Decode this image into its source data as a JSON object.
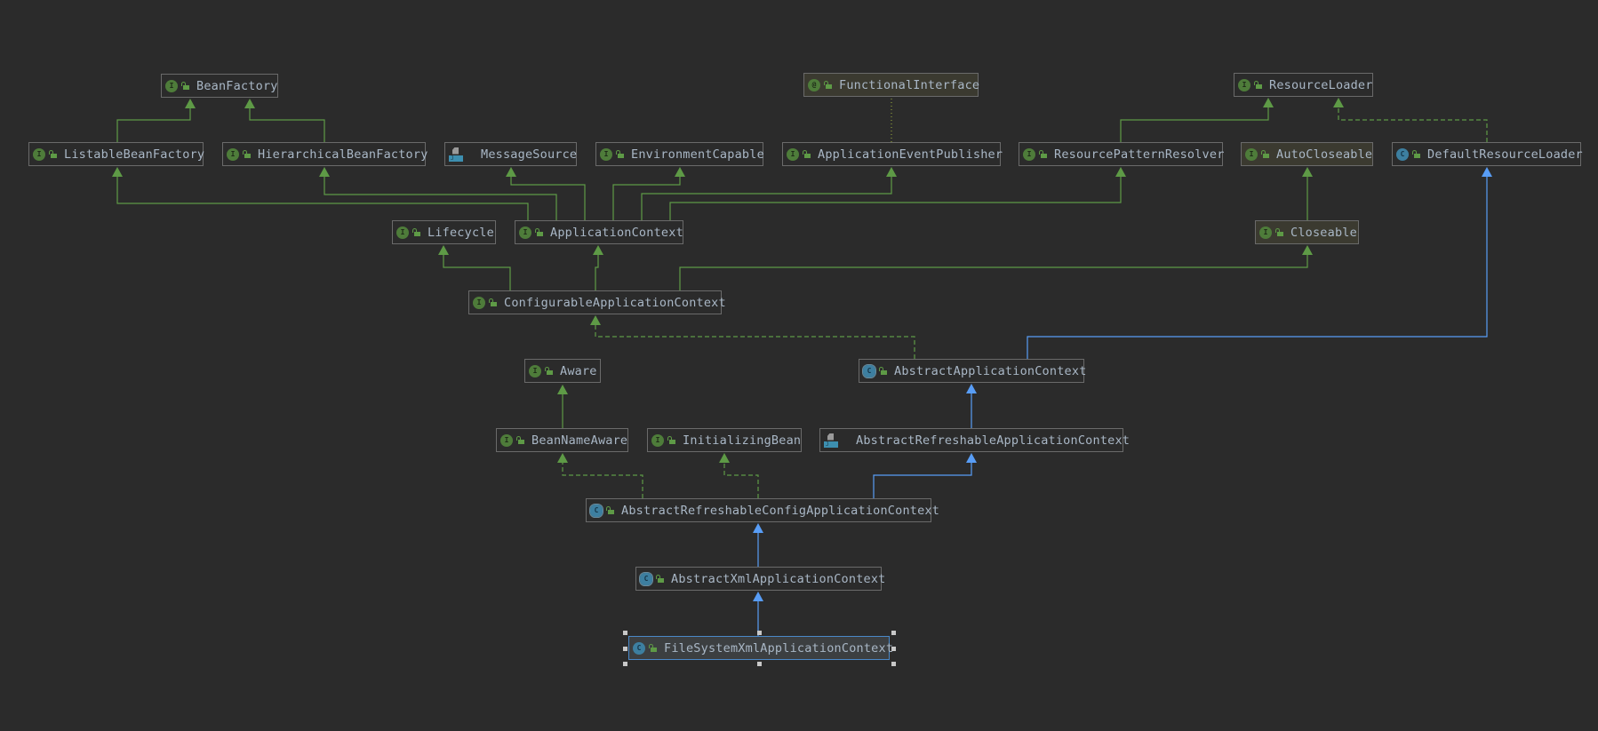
{
  "diagram": {
    "title": "FileSystemXmlApplicationContext class hierarchy",
    "selected_node": "FileSystemXmlApplicationContext",
    "colors": {
      "background": "#2b2b2b",
      "extends_edge": "#589df6",
      "implements_edge": "#5e9a46",
      "interface_edge": "#5e9a46",
      "annotation_edge": "#8c9a3a",
      "node_border": "#6a6a6a",
      "selected_border": "#4a88c7",
      "text": "#a9b7c6"
    },
    "nodes": [
      {
        "id": "BeanFactory",
        "label": "BeanFactory",
        "kind": "interface",
        "icon": "interface-icon"
      },
      {
        "id": "ListableBeanFactory",
        "label": "ListableBeanFactory",
        "kind": "interface",
        "icon": "interface-icon"
      },
      {
        "id": "HierarchicalBeanFactory",
        "label": "HierarchicalBeanFactory",
        "kind": "interface",
        "icon": "interface-icon"
      },
      {
        "id": "MessageSource",
        "label": "MessageSource",
        "kind": "interface-source",
        "icon": "java-source-icon"
      },
      {
        "id": "EnvironmentCapable",
        "label": "EnvironmentCapable",
        "kind": "interface",
        "icon": "interface-icon"
      },
      {
        "id": "FunctionalInterface",
        "label": "FunctionalInterface",
        "kind": "annotation",
        "icon": "annotation-icon",
        "jdk": true
      },
      {
        "id": "ApplicationEventPublisher",
        "label": "ApplicationEventPublisher",
        "kind": "interface",
        "icon": "interface-icon"
      },
      {
        "id": "ResourceLoader",
        "label": "ResourceLoader",
        "kind": "interface",
        "icon": "interface-icon"
      },
      {
        "id": "ResourcePatternResolver",
        "label": "ResourcePatternResolver",
        "kind": "interface",
        "icon": "interface-icon"
      },
      {
        "id": "AutoCloseable",
        "label": "AutoCloseable",
        "kind": "interface",
        "icon": "interface-icon",
        "jdk": true
      },
      {
        "id": "DefaultResourceLoader",
        "label": "DefaultResourceLoader",
        "kind": "class",
        "icon": "class-icon"
      },
      {
        "id": "Lifecycle",
        "label": "Lifecycle",
        "kind": "interface",
        "icon": "interface-icon"
      },
      {
        "id": "ApplicationContext",
        "label": "ApplicationContext",
        "kind": "interface",
        "icon": "interface-icon"
      },
      {
        "id": "Closeable",
        "label": "Closeable",
        "kind": "interface",
        "icon": "interface-icon",
        "jdk": true
      },
      {
        "id": "ConfigurableApplicationContext",
        "label": "ConfigurableApplicationContext",
        "kind": "interface",
        "icon": "interface-icon"
      },
      {
        "id": "Aware",
        "label": "Aware",
        "kind": "interface",
        "icon": "interface-icon"
      },
      {
        "id": "AbstractApplicationContext",
        "label": "AbstractApplicationContext",
        "kind": "abstract-class",
        "icon": "abstract-class-icon"
      },
      {
        "id": "BeanNameAware",
        "label": "BeanNameAware",
        "kind": "interface",
        "icon": "interface-icon"
      },
      {
        "id": "InitializingBean",
        "label": "InitializingBean",
        "kind": "interface",
        "icon": "interface-icon"
      },
      {
        "id": "AbstractRefreshableApplicationContext",
        "label": "AbstractRefreshableApplicationContext",
        "kind": "class-source",
        "icon": "java-source-icon"
      },
      {
        "id": "AbstractRefreshableConfigApplicationContext",
        "label": "AbstractRefreshableConfigApplicationContext",
        "kind": "abstract-class",
        "icon": "abstract-class-icon"
      },
      {
        "id": "AbstractXmlApplicationContext",
        "label": "AbstractXmlApplicationContext",
        "kind": "abstract-class",
        "icon": "abstract-class-icon"
      },
      {
        "id": "FileSystemXmlApplicationContext",
        "label": "FileSystemXmlApplicationContext",
        "kind": "class",
        "icon": "class-icon",
        "selected": true
      }
    ],
    "edges": [
      {
        "from": "ListableBeanFactory",
        "to": "BeanFactory",
        "type": "extends-interface"
      },
      {
        "from": "HierarchicalBeanFactory",
        "to": "BeanFactory",
        "type": "extends-interface"
      },
      {
        "from": "ResourcePatternResolver",
        "to": "ResourceLoader",
        "type": "extends-interface"
      },
      {
        "from": "DefaultResourceLoader",
        "to": "ResourceLoader",
        "type": "implements"
      },
      {
        "from": "ApplicationEventPublisher",
        "to": "FunctionalInterface",
        "type": "annotated"
      },
      {
        "from": "ApplicationContext",
        "to": "ListableBeanFactory",
        "type": "extends-interface"
      },
      {
        "from": "ApplicationContext",
        "to": "HierarchicalBeanFactory",
        "type": "extends-interface"
      },
      {
        "from": "ApplicationContext",
        "to": "MessageSource",
        "type": "extends-interface"
      },
      {
        "from": "ApplicationContext",
        "to": "EnvironmentCapable",
        "type": "extends-interface"
      },
      {
        "from": "ApplicationContext",
        "to": "ApplicationEventPublisher",
        "type": "extends-interface"
      },
      {
        "from": "ApplicationContext",
        "to": "ResourcePatternResolver",
        "type": "extends-interface"
      },
      {
        "from": "Closeable",
        "to": "AutoCloseable",
        "type": "extends-interface"
      },
      {
        "from": "ConfigurableApplicationContext",
        "to": "Lifecycle",
        "type": "extends-interface"
      },
      {
        "from": "ConfigurableApplicationContext",
        "to": "ApplicationContext",
        "type": "extends-interface"
      },
      {
        "from": "ConfigurableApplicationContext",
        "to": "Closeable",
        "type": "extends-interface"
      },
      {
        "from": "AbstractApplicationContext",
        "to": "ConfigurableApplicationContext",
        "type": "implements"
      },
      {
        "from": "AbstractApplicationContext",
        "to": "DefaultResourceLoader",
        "type": "extends"
      },
      {
        "from": "BeanNameAware",
        "to": "Aware",
        "type": "extends-interface"
      },
      {
        "from": "AbstractRefreshableApplicationContext",
        "to": "AbstractApplicationContext",
        "type": "extends"
      },
      {
        "from": "AbstractRefreshableConfigApplicationContext",
        "to": "BeanNameAware",
        "type": "implements"
      },
      {
        "from": "AbstractRefreshableConfigApplicationContext",
        "to": "InitializingBean",
        "type": "implements"
      },
      {
        "from": "AbstractRefreshableConfigApplicationContext",
        "to": "AbstractRefreshableApplicationContext",
        "type": "extends"
      },
      {
        "from": "AbstractXmlApplicationContext",
        "to": "AbstractRefreshableConfigApplicationContext",
        "type": "extends"
      },
      {
        "from": "FileSystemXmlApplicationContext",
        "to": "AbstractXmlApplicationContext",
        "type": "extends"
      }
    ]
  }
}
